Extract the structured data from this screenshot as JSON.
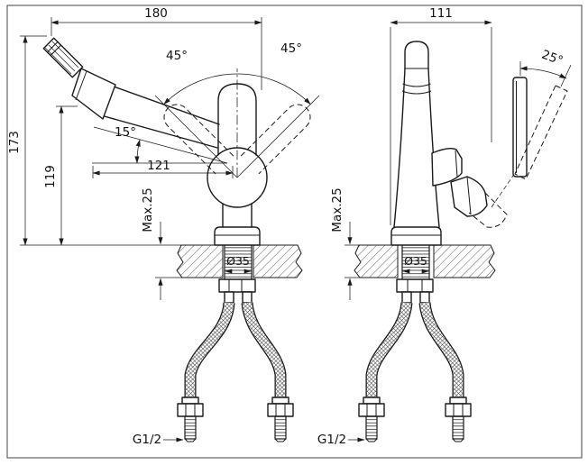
{
  "colors": {
    "ink": "#1a1a1a",
    "paper": "#ffffff"
  },
  "views": {
    "side": {
      "dims": {
        "overall_width": "180",
        "overall_height": "173",
        "spout_height": "119",
        "spout_reach": "121",
        "swing_left": "45°",
        "swing_right": "45°",
        "spout_tilt": "15°",
        "deck_thickness_max": "Max.25",
        "hole_diameter": "Ø35",
        "connection_thread": "G1/2"
      }
    },
    "front": {
      "dims": {
        "overall_width": "111",
        "lever_tilt": "25°",
        "deck_thickness_max": "Max.25",
        "hole_diameter": "Ø35",
        "connection_thread": "G1/2"
      }
    }
  }
}
